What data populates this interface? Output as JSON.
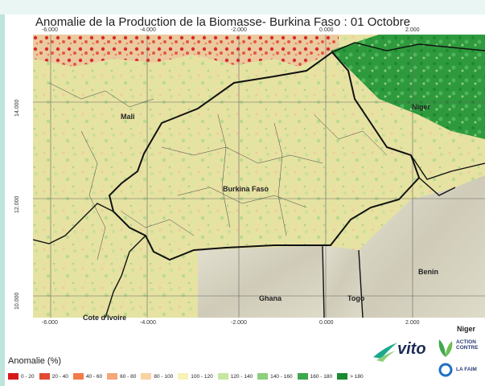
{
  "title": "Anomalie de la Production de la Biomasse- Burkina Faso : 01 Octobre",
  "map": {
    "x_ticks": [
      "-6.000",
      "-4.000",
      "-2.000",
      "0.000",
      "2.000"
    ],
    "y_ticks": [
      "14.000",
      "12.000",
      "10.000"
    ],
    "labels": {
      "mali": "Mali",
      "niger_north": "Niger",
      "burkina": "Burkina Faso",
      "benin": "Benin",
      "ghana": "Ghana",
      "togo": "Togo",
      "cote": "Cote d'Ivoire",
      "niger_south": "Niger"
    }
  },
  "legend": {
    "title": "Anomalie (%)",
    "items": [
      {
        "label": "0 - 20",
        "color": "#d7191c"
      },
      {
        "label": "20 - 40",
        "color": "#e34a33"
      },
      {
        "label": "40 - 60",
        "color": "#f07c4a"
      },
      {
        "label": "60 - 80",
        "color": "#f4a77a"
      },
      {
        "label": "80 - 100",
        "color": "#f9d3a3"
      },
      {
        "label": "100 - 120",
        "color": "#f6f2b8"
      },
      {
        "label": "120 - 140",
        "color": "#c6e6a1"
      },
      {
        "label": "140 - 160",
        "color": "#8dcf7c"
      },
      {
        "label": "160 - 180",
        "color": "#3fa84d"
      },
      {
        "label": "> 180",
        "color": "#1a8a2e"
      }
    ]
  },
  "logos": {
    "vito": "vito",
    "acf_line1": "ACTION",
    "acf_line2": "CONTRE",
    "acf_line3": "LA FAIM"
  },
  "colors": {
    "accent": "#1aa98e",
    "map_base": "#e6e2a2",
    "map_outside": "#d8d5c4"
  }
}
